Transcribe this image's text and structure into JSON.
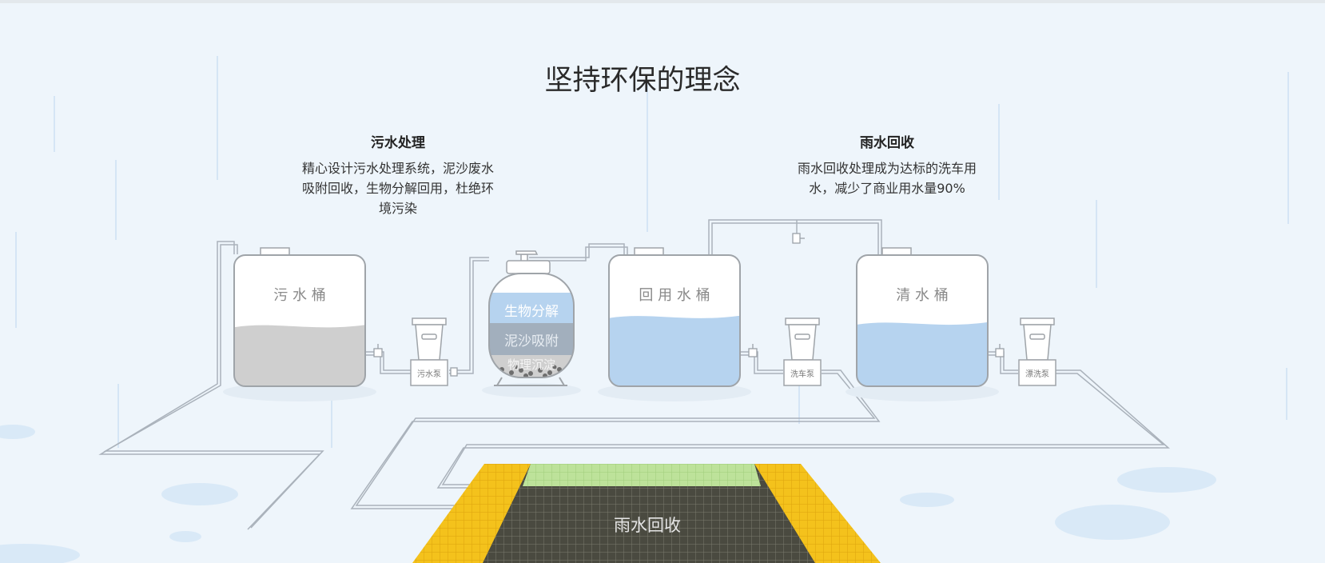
{
  "page": {
    "title": "坚持环保的理念"
  },
  "sections": {
    "sewage": {
      "title": "污水处理",
      "desc_line1": "精心设计污水处理系统，泥沙废水",
      "desc_line2": "吸附回收，生物分解回用，杜绝环",
      "desc_line3": "境污染"
    },
    "rain": {
      "title": "雨水回收",
      "desc_line1": "雨水回收处理成为达标的洗车用",
      "desc_line2": "水，减少了商业用水量90%"
    }
  },
  "tanks": {
    "sewage": {
      "label": "污 水 桶",
      "level": 0.45
    },
    "reuse": {
      "label": "回 用 水 桶",
      "level": 0.52
    },
    "clean": {
      "label": "清 水 桶",
      "level": 0.47
    }
  },
  "filter": {
    "layer_top": "生物分解",
    "layer_mid": "泥沙吸附",
    "layer_bottom": "物理沉淀"
  },
  "pumps": {
    "sewage": "污水泵",
    "wash": "洗车泵",
    "rinse": "漂洗泵"
  },
  "grate": {
    "label": "雨水回收"
  },
  "colors": {
    "background": "#eef5fb",
    "pipe": "#aab2bb",
    "tank_stroke": "#9fa4a9",
    "dirty_water": "#cfcfcf",
    "clean_water": "#b6d3ef",
    "grate_dark": "#4a4a40",
    "grate_yellow": "#f4c21c",
    "grate_green": "#bde29a"
  }
}
